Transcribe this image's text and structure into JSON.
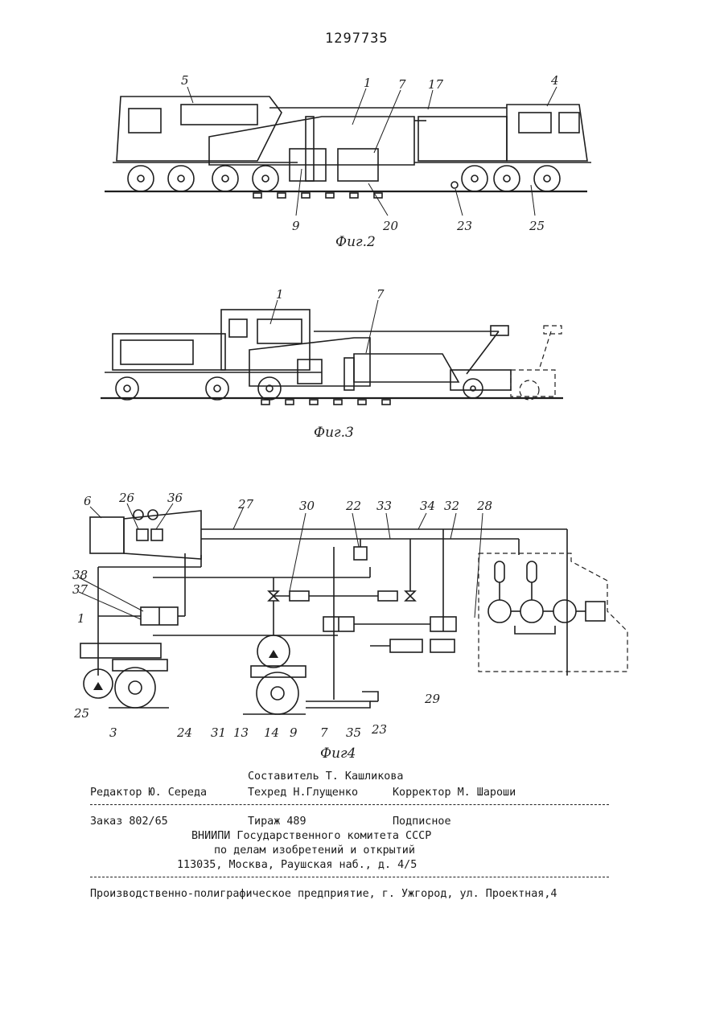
{
  "document": {
    "patent_number": "1297735",
    "figures": [
      {
        "caption": "Фиг.2",
        "labels": [
          "5",
          "1",
          "7",
          "17",
          "4",
          "9",
          "20",
          "23",
          "25"
        ]
      },
      {
        "caption": "Фиг.3",
        "labels": [
          "1",
          "7"
        ]
      },
      {
        "caption": "Фиг4",
        "labels": [
          "6",
          "26",
          "36",
          "27",
          "30",
          "22",
          "33",
          "34",
          "32",
          "28",
          "38",
          "37",
          "1",
          "25",
          "3",
          "24",
          "31",
          "13",
          "14",
          "9",
          "7",
          "35",
          "23",
          "29"
        ]
      }
    ],
    "credits": {
      "compiler": "Составитель Т. Кашликова",
      "editor": "Редактор Ю. Середа",
      "tech_editor": "Техред Н.Глущенко",
      "proofreader": "Корректор М. Шароши"
    },
    "order": {
      "order": "Заказ 802/65",
      "circulation": "Тираж 489",
      "subscription": "Подписное",
      "org_line1": "ВНИИПИ Государственного комитета СССР",
      "org_line2": "по делам изобретений и открытий",
      "address": "113035, Москва, Раушская наб., д. 4/5"
    },
    "printer": "Производственно-полиграфическое предприятие, г. Ужгород, ул. Проектная,4"
  }
}
